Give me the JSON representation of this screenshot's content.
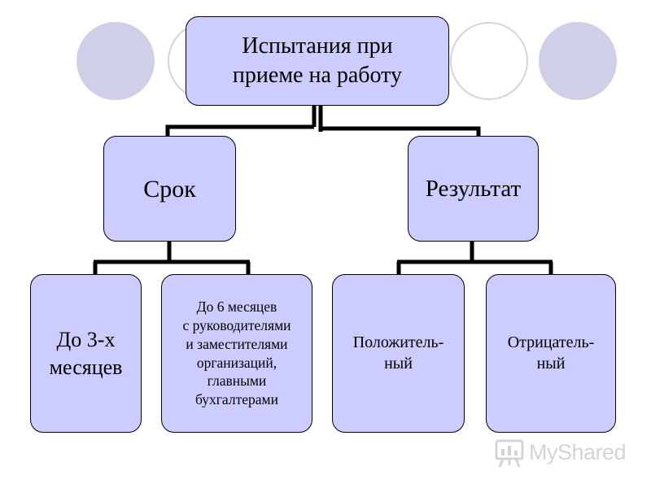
{
  "diagram": {
    "root": "Испытания при\nприеме на работу",
    "branches": [
      {
        "label": "Срок",
        "children": [
          "До 3-х\nмесяцев",
          "До 6 месяцев\nс руководителями\nи заместителями\nорганизаций,\nглавными\nбухгалтерами"
        ]
      },
      {
        "label": "Результат",
        "children": [
          "Положитель-\nный",
          "Отрицатель-\nный"
        ]
      }
    ]
  },
  "watermark": {
    "text": "MyShared"
  },
  "colors": {
    "box_fill": "#ccccff",
    "circle_fill": "#cfcfe8",
    "circle_outline": "#d3d3e6",
    "connector": "#000000",
    "watermark": "#d4d4d4"
  }
}
